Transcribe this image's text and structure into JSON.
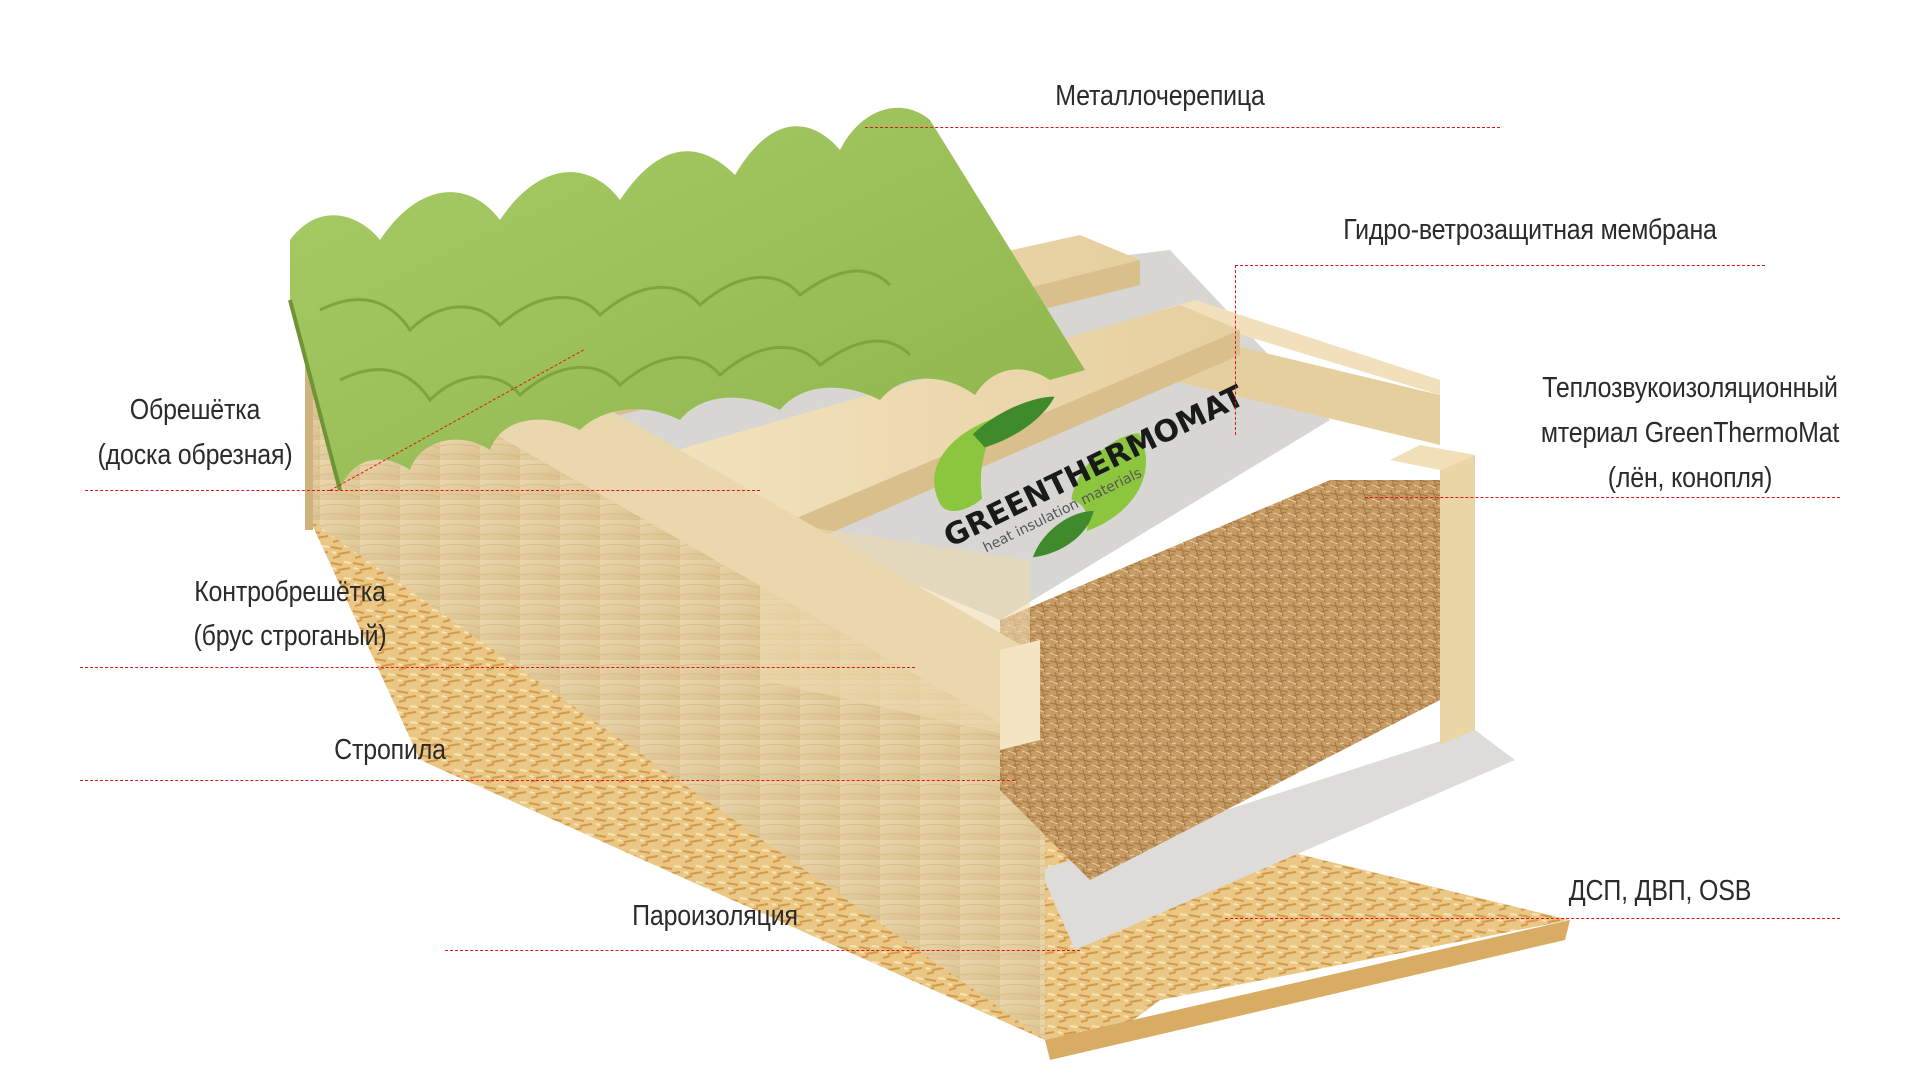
{
  "diagram": {
    "subject": "Roof construction layers with GreenThermoMat insulation",
    "accent_color": "#e3141b",
    "text_color": "#2b2b2b",
    "labels": [
      {
        "id": "metal-tile",
        "lines": [
          "Металлочерепица"
        ]
      },
      {
        "id": "membrane",
        "lines": [
          "Гидро-ветрозащитная мембрана"
        ]
      },
      {
        "id": "insulation",
        "lines": [
          "Теплозвукоизоляционный",
          "мтериал GreenThermoMat",
          "(лён, конопля)"
        ]
      },
      {
        "id": "battens",
        "lines": [
          "Обрешётка",
          "(доска обрезная)"
        ]
      },
      {
        "id": "counter-battens",
        "lines": [
          "Контробрешётка",
          "(брус строганый)"
        ]
      },
      {
        "id": "rafters",
        "lines": [
          "Стропила"
        ]
      },
      {
        "id": "vapor-barrier",
        "lines": [
          "Пароизоляция"
        ]
      },
      {
        "id": "boards",
        "lines": [
          "ДСП, ДВП, OSB"
        ]
      }
    ],
    "logo": {
      "brand": "GREENTHERMOMAT",
      "tagline": "heat insulation materials",
      "leaf_light": "#8cc63f",
      "leaf_dark": "#3f8a2a"
    },
    "materials": {
      "tile_color": "#9cc25a",
      "wood_color": "#e8d3a6",
      "membrane_color": "#dcdcda",
      "fiber_color": "#c49a62",
      "osb_color": "#e6c07c"
    }
  }
}
